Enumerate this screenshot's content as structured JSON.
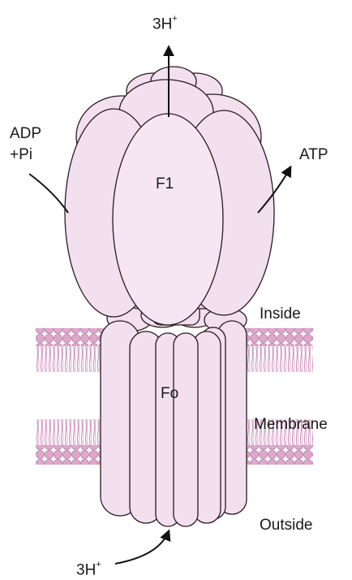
{
  "labels": {
    "top_protons": "3H",
    "top_protons_charge": "+",
    "adp_line1": "ADP",
    "adp_line2": "+Pi",
    "atp": "ATP",
    "f1": "F1",
    "fo": "Fo",
    "inside": "Inside",
    "membrane": "Membrane",
    "outside": "Outside",
    "bottom_protons": "3H",
    "bottom_protons_charge": "+"
  },
  "colors": {
    "protein_fill": "#f3e0ee",
    "protein_fill_light": "#f8ecf5",
    "outline": "#2a1a24",
    "lipid_head": "#d9a6c9",
    "lipid_tail": "#cf8fbd",
    "arrow": "#111111"
  }
}
